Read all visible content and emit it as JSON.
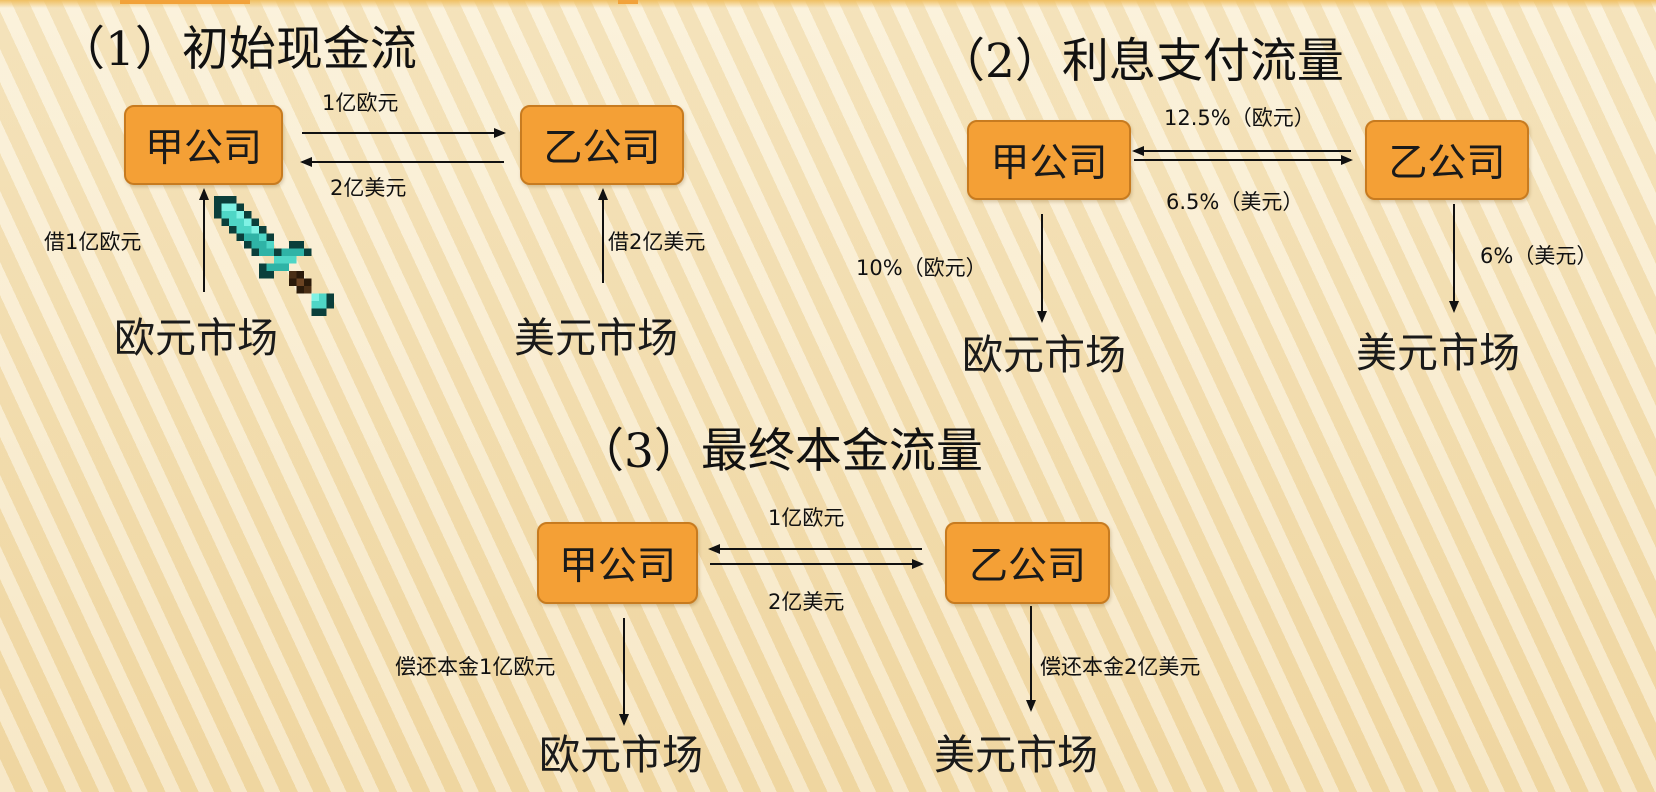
{
  "sections": {
    "initial": {
      "title": "（1）初始现金流",
      "company_a": "甲公司",
      "company_b": "乙公司",
      "top_flow": "1亿欧元",
      "bottom_flow": "2亿美元",
      "left_borrow": "借1亿欧元",
      "right_borrow": "借2亿美元",
      "euro_market": "欧元市场",
      "usd_market": "美元市场"
    },
    "interest": {
      "title": "（2）利息支付流量",
      "company_a": "甲公司",
      "company_b": "乙公司",
      "top_flow": "12.5%（欧元）",
      "bottom_flow": "6.5%（美元）",
      "left_flow": "10%（欧元）",
      "right_flow": "6%（美元）",
      "euro_market": "欧元市场",
      "usd_market": "美元市场"
    },
    "final": {
      "title": "（3）最终本金流量",
      "company_a": "甲公司",
      "company_b": "乙公司",
      "top_flow": "1亿欧元",
      "bottom_flow": "2亿美元",
      "left_repay": "偿还本金1亿欧元",
      "right_repay": "偿还本金2亿美元",
      "euro_market": "欧元市场",
      "usd_market": "美元市场"
    }
  },
  "decoration": {
    "sword_icon": "pixel-diamond-sword-icon"
  },
  "colors": {
    "box_fill": "#f4a036",
    "box_border": "#c77b20",
    "background": "#f6e3b8",
    "arrow": "#111111",
    "sword_blade": "#4fd6c6"
  }
}
